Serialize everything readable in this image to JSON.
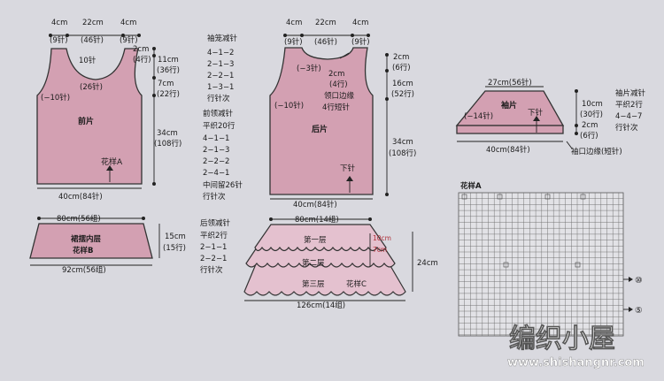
{
  "front": {
    "top_left": "4cm",
    "top_left_st": "(9针)",
    "top_mid": "22cm",
    "top_mid_st": "(46针)",
    "top_right": "4cm",
    "top_right_st": "(9针)",
    "neck_st": "10针",
    "neck_side": "(26针)",
    "side_dec": "(−10针)",
    "label": "前片",
    "pattern": "花样A",
    "r_2cm": "2cm",
    "r_2cm_st": "(4行)",
    "r_11cm": "11cm",
    "r_11cm_st": "(36行)",
    "r_7cm": "7cm",
    "r_7cm_st": "(22行)",
    "r_34cm": "34cm",
    "r_34cm_st": "(108行)",
    "bottom": "40cm(84针)"
  },
  "notes_left": {
    "title1": "袖笼减针",
    "lines1": [
      "4−1−2",
      "2−1−3",
      "2−2−1",
      "1−3−1",
      "行针次"
    ],
    "title2": "前领减针",
    "lines2": [
      "平织20行",
      "4−1−1",
      "2−1−3",
      "2−2−2",
      "2−4−1",
      "中间留26针",
      "行针次"
    ]
  },
  "back": {
    "top_left": "4cm",
    "top_left_st": "(9针)",
    "top_mid": "22cm",
    "top_mid_st": "(46针)",
    "top_right": "4cm",
    "top_right_st": "(9针)",
    "neck_dec": "(−3针)",
    "neck_2cm": "2cm",
    "neck_2cm_st": "(4行)",
    "collar": "领口边缘",
    "collar2": "4行短针",
    "side_dec": "(−10针)",
    "label": "后片",
    "down": "下针",
    "r_2cm": "2cm",
    "r_2cm_st": "(6行)",
    "r_16cm": "16cm",
    "r_16cm_st": "(52行)",
    "r_34cm": "34cm",
    "r_34cm_st": "(108行)",
    "bottom": "40cm(84针)"
  },
  "notes_mid": {
    "title": "后领减针",
    "lines": [
      "平织2行",
      "2−1−1",
      "2−2−1",
      "行针次"
    ]
  },
  "sleeve": {
    "top": "27cm(56针)",
    "label": "袖片",
    "dec": "(−14针)",
    "down": "下针",
    "r_10cm": "10cm",
    "r_10cm_st": "(30行)",
    "r_2cm": "2cm",
    "r_2cm_st": "(6行)",
    "bottom": "40cm(84针)",
    "edge": "袖口边缘(短针)",
    "note_title": "袖片减针",
    "note_lines": [
      "平织2行",
      "4−4−7",
      "行针次"
    ]
  },
  "skirt_inner": {
    "top": "80cm(56组)",
    "label1": "裙摆内层",
    "label2": "花样B",
    "r_15cm": "15cm",
    "r_15cm_st": "(15行)",
    "bottom": "92cm(56组)"
  },
  "skirt_outer": {
    "top": "80cm(14组)",
    "l1": "第一层",
    "l2": "第二层",
    "l3": "第三层",
    "pattern": "花样C",
    "r_10cm": "10cm",
    "r_7cm": "7cm",
    "r_24cm": "24cm",
    "bottom": "126cm(14组)"
  },
  "chart": {
    "title": "花样A",
    "row_a": "⑩",
    "row_b": "⑤"
  },
  "watermark": {
    "cn": "编织小屋",
    "url": "www.shishangnr.com"
  }
}
